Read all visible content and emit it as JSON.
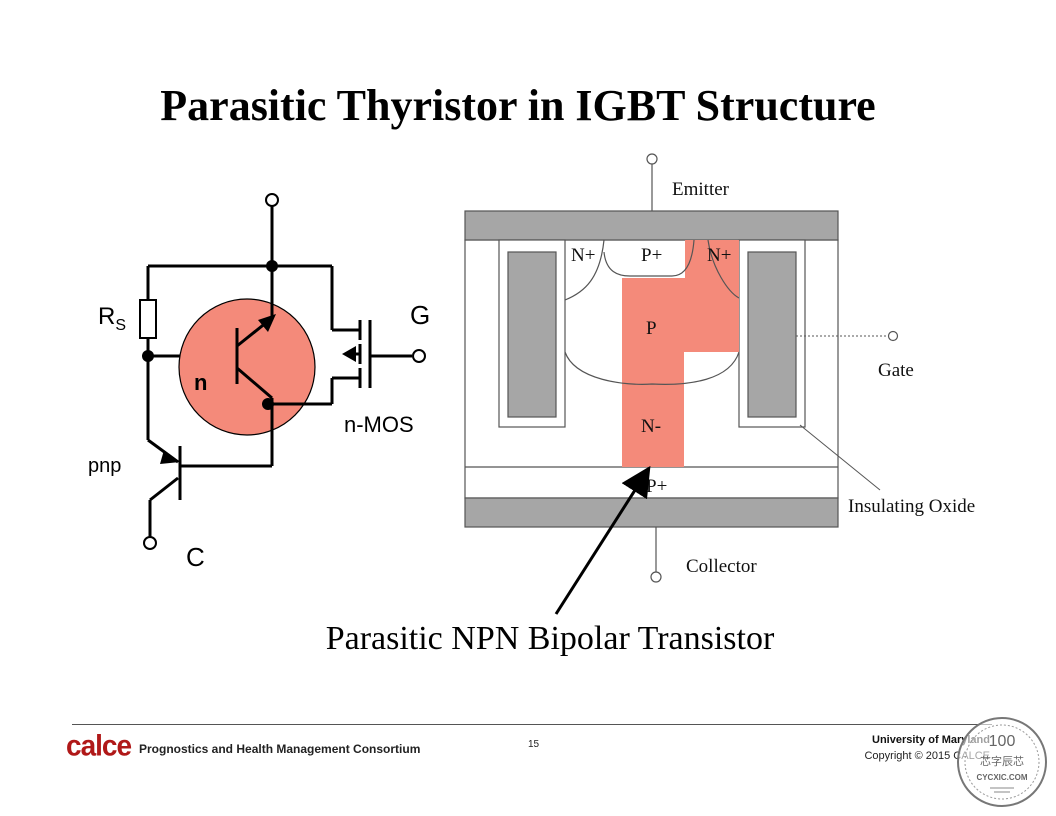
{
  "slide": {
    "title": "Parasitic Thyristor in IGBT Structure",
    "caption": "Parasitic NPN Bipolar Transistor"
  },
  "circuit": {
    "rs_label_main": "R",
    "rs_label_sub": "S",
    "gate_label": "G",
    "n_label": "n",
    "nmos_label": "n-MOS",
    "pnp_label": "pnp",
    "collector_label": "C"
  },
  "structure": {
    "emitter_label": "Emitter",
    "gate_label": "Gate",
    "collector_label": "Collector",
    "oxide_label": "Insulating Oxide",
    "n_plus_left": "N+",
    "p_plus_top": "P+",
    "n_plus_right": "N+",
    "p_region": "P",
    "n_minus": "N-",
    "p_plus_bottom": "P+"
  },
  "footer": {
    "logo": "calce",
    "consortium": "Prognostics and Health Management Consortium",
    "page_number": "15",
    "university": "University  of Maryland",
    "copyright": "Copyright © 2015 CALCE"
  },
  "watermark": {
    "top": "100",
    "middle": "芯字辰芯",
    "url": "CYCXIC.COM"
  },
  "colors": {
    "highlight": "#f48a7a",
    "gray_fill": "#a6a6a6",
    "logo_red": "#b01818"
  }
}
